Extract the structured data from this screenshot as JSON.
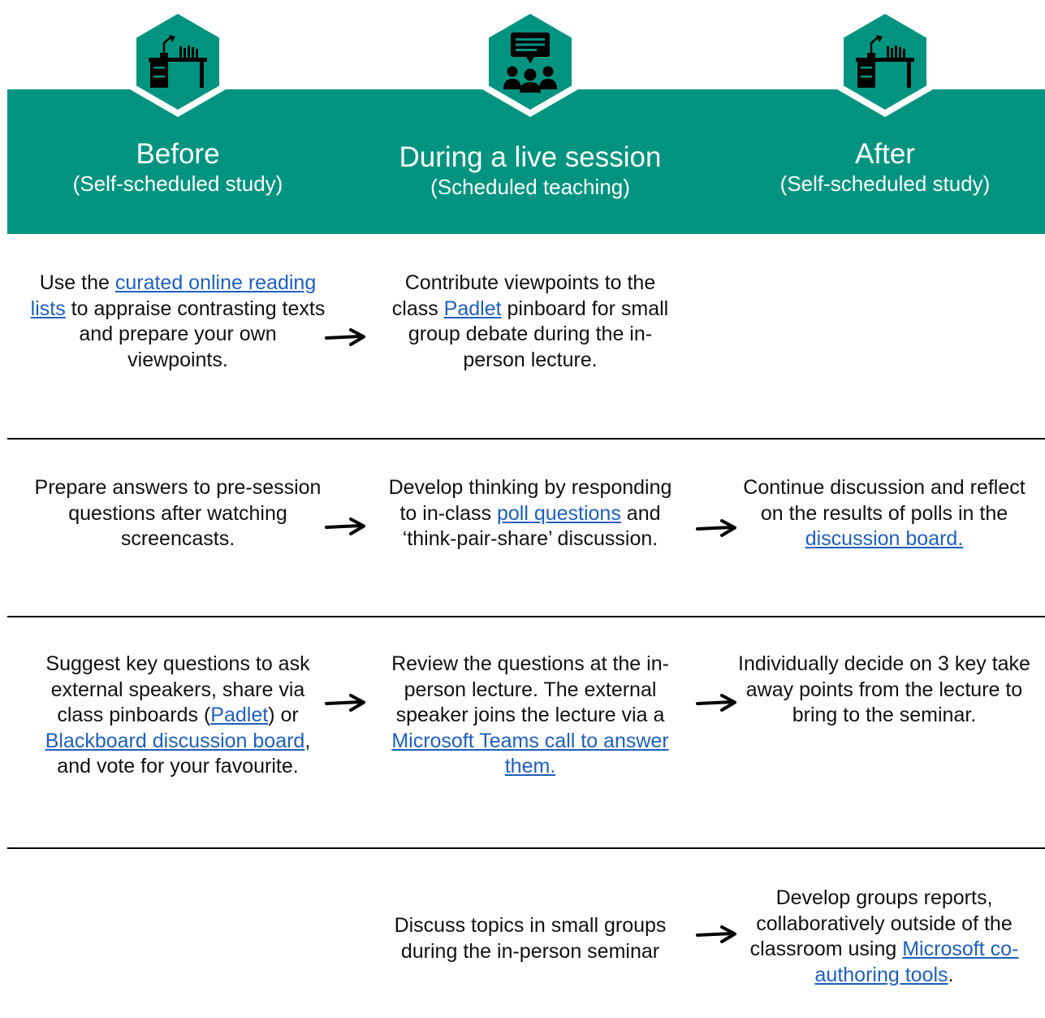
{
  "colors": {
    "banner": "#009480",
    "link": "#1f5fbf",
    "divider": "#000000"
  },
  "phases": [
    {
      "title": "Before",
      "subtitle": "(Self-scheduled study)",
      "icon": "desk-icon"
    },
    {
      "title": "During a live session",
      "subtitle": "(Scheduled teaching)",
      "icon": "discussion-group-icon"
    },
    {
      "title": "After",
      "subtitle": "(Self-scheduled study)",
      "icon": "desk-icon"
    }
  ],
  "rows": [
    {
      "before": {
        "t1": "Use the ",
        "l1": "curated online reading lists",
        "t2": " to appraise contrasting texts and prepare your own viewpoints."
      },
      "during": {
        "t1": "Contribute viewpoints to the class ",
        "l1": "Padlet",
        "t2": " pinboard for small group debate during the in-person lecture."
      },
      "after": null
    },
    {
      "before": {
        "t1": "Prepare answers to pre-session questions after watching screencasts."
      },
      "during": {
        "t1": "Develop thinking by responding to in-class ",
        "l1": "poll questions",
        "t2": " and ‘think-pair-share’ discussion."
      },
      "after": {
        "t1": "Continue discussion and reflect on the results of polls in the ",
        "l1": "discussion board."
      }
    },
    {
      "before": {
        "t1": "Suggest key questions to ask external speakers, share via class pinboards (",
        "l1": "Padlet",
        "t2": ") or ",
        "l2": "Blackboard discussion board",
        "t3": ", and vote for your favourite."
      },
      "during": {
        "t1": "Review the questions at the in-person lecture. The external speaker joins the lecture via a ",
        "l1": "Microsoft Teams call to answer them."
      },
      "after": {
        "t1": "Individually decide on 3 key take away points from the lecture to bring to the seminar."
      }
    },
    {
      "before": null,
      "during": {
        "t1": "Discuss topics in small groups during the in-person seminar"
      },
      "after": {
        "t1": "Develop groups reports, collaboratively outside of the classroom using ",
        "l1": "Microsoft co-authoring tools",
        "t2": "."
      }
    }
  ],
  "arrows": [
    {
      "from": "row-1-before",
      "to": "row-1-during"
    },
    {
      "from": "row-2-before",
      "to": "row-2-during"
    },
    {
      "from": "row-2-during",
      "to": "row-2-after"
    },
    {
      "from": "row-3-before",
      "to": "row-3-during"
    },
    {
      "from": "row-3-during",
      "to": "row-3-after"
    },
    {
      "from": "row-4-during",
      "to": "row-4-after"
    }
  ]
}
